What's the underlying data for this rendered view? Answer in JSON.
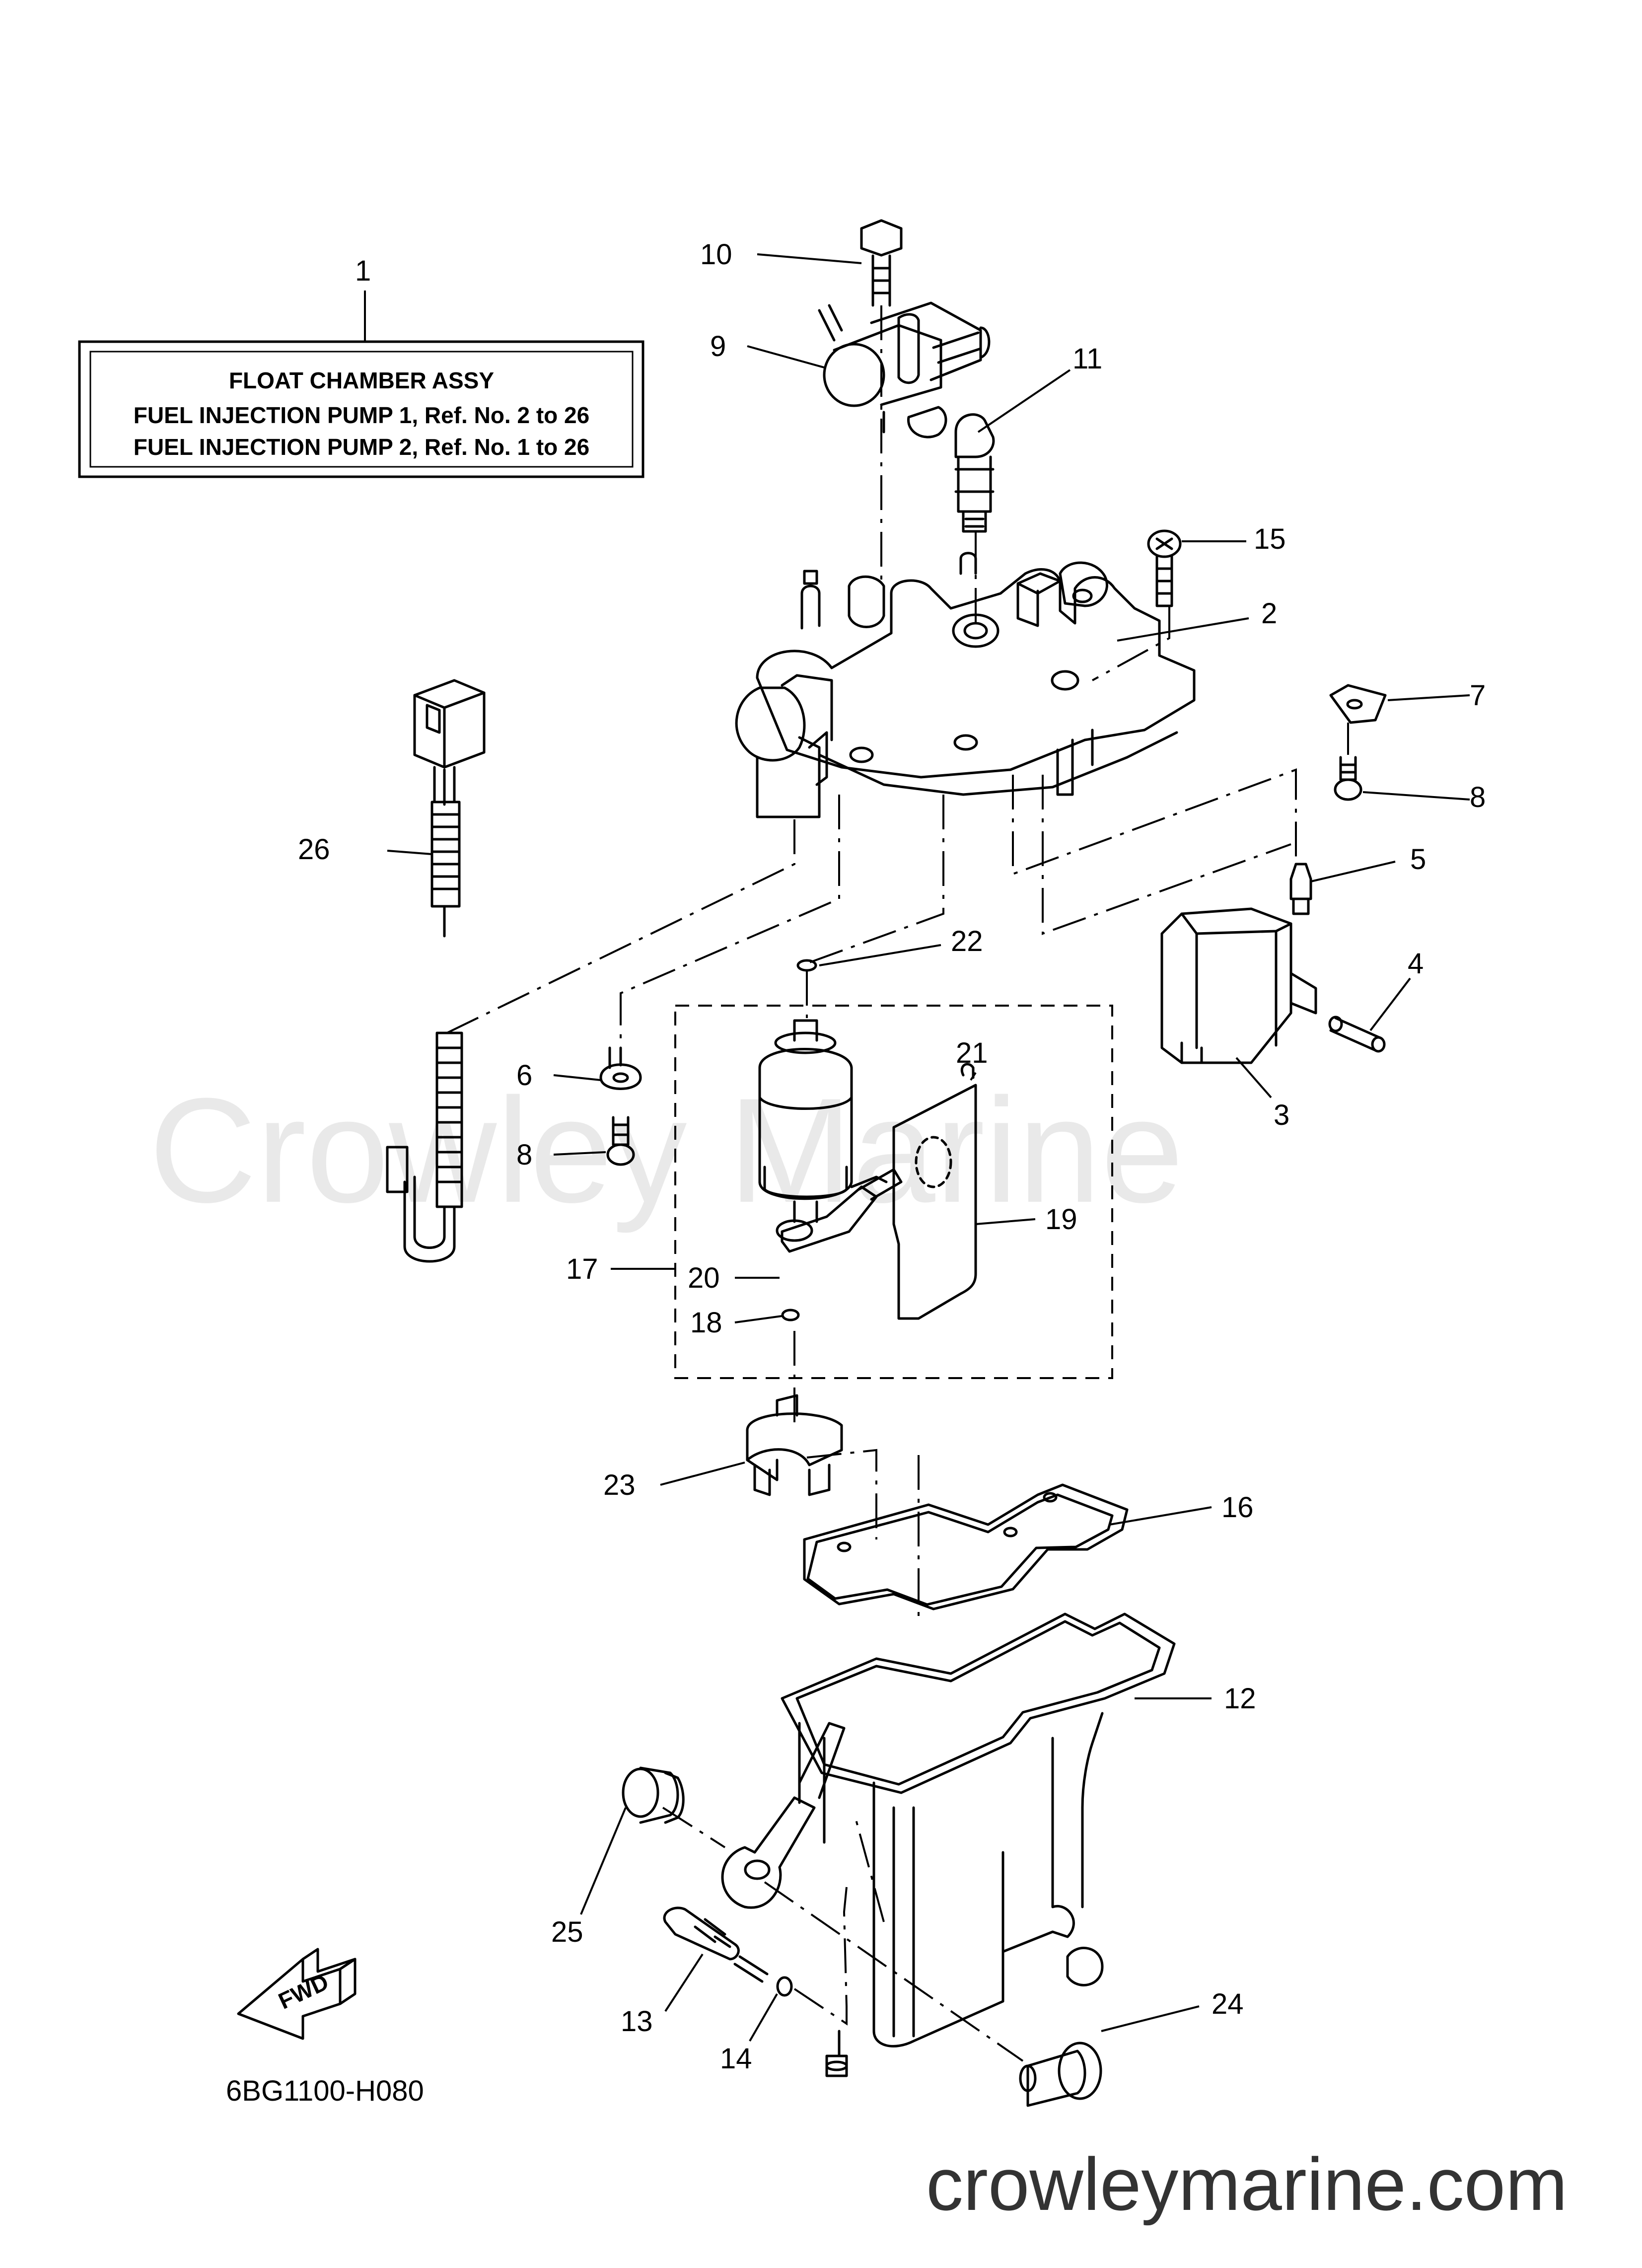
{
  "legend": {
    "title": "FLOAT CHAMBER ASSY",
    "line1": "FUEL INJECTION PUMP 1,  Ref. No. 2 to 26",
    "line2": "FUEL INJECTION PUMP 2,  Ref. No. 1 to 26"
  },
  "callouts": [
    "1",
    "2",
    "3",
    "4",
    "5",
    "6",
    "7",
    "8",
    "8",
    "9",
    "10",
    "11",
    "12",
    "13",
    "14",
    "15",
    "16",
    "17",
    "18",
    "19",
    "20",
    "21",
    "22",
    "23",
    "24",
    "25",
    "26"
  ],
  "direction_badge": "FWD",
  "diagram_code": "6BG1100-H080",
  "watermark": "Crowley Marine",
  "site": "crowleymarine.com"
}
